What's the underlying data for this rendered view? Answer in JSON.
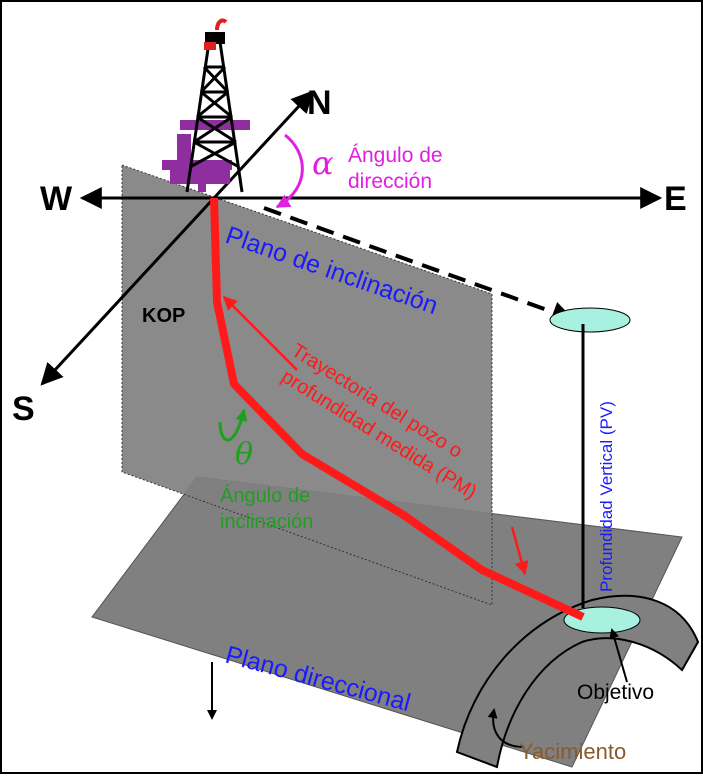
{
  "compass": {
    "north": "N",
    "south": "S",
    "east": "E",
    "west": "W"
  },
  "labels": {
    "alpha": "α",
    "direction_angle_line1": "Ángulo de",
    "direction_angle_line2": "dirección",
    "inclination_plane": "Plano de inclinación",
    "kop": "KOP",
    "trajectory_line1": "Trayectoria del pozo o",
    "trajectory_line2": "profundidad medida (PM)",
    "theta": "θ",
    "inclination_angle_line1": "Ángulo de",
    "inclination_angle_line2": "inclinación",
    "vertical_depth": "Profundidad Vertical (PV)",
    "directional_plane": "Plano direccional",
    "target": "Objetivo",
    "reservoir": "Yacimiento"
  },
  "colors": {
    "plane_fill": "#808080",
    "trajectory": "#ff1a1a",
    "direction_label": "#e020e0",
    "plane_label": "#1a1aff",
    "inclination_label": "#1f9f1f",
    "reservoir_label": "#8b5a2b",
    "target_fill": "#a8f0e0",
    "rig": "#8f2f9f"
  }
}
